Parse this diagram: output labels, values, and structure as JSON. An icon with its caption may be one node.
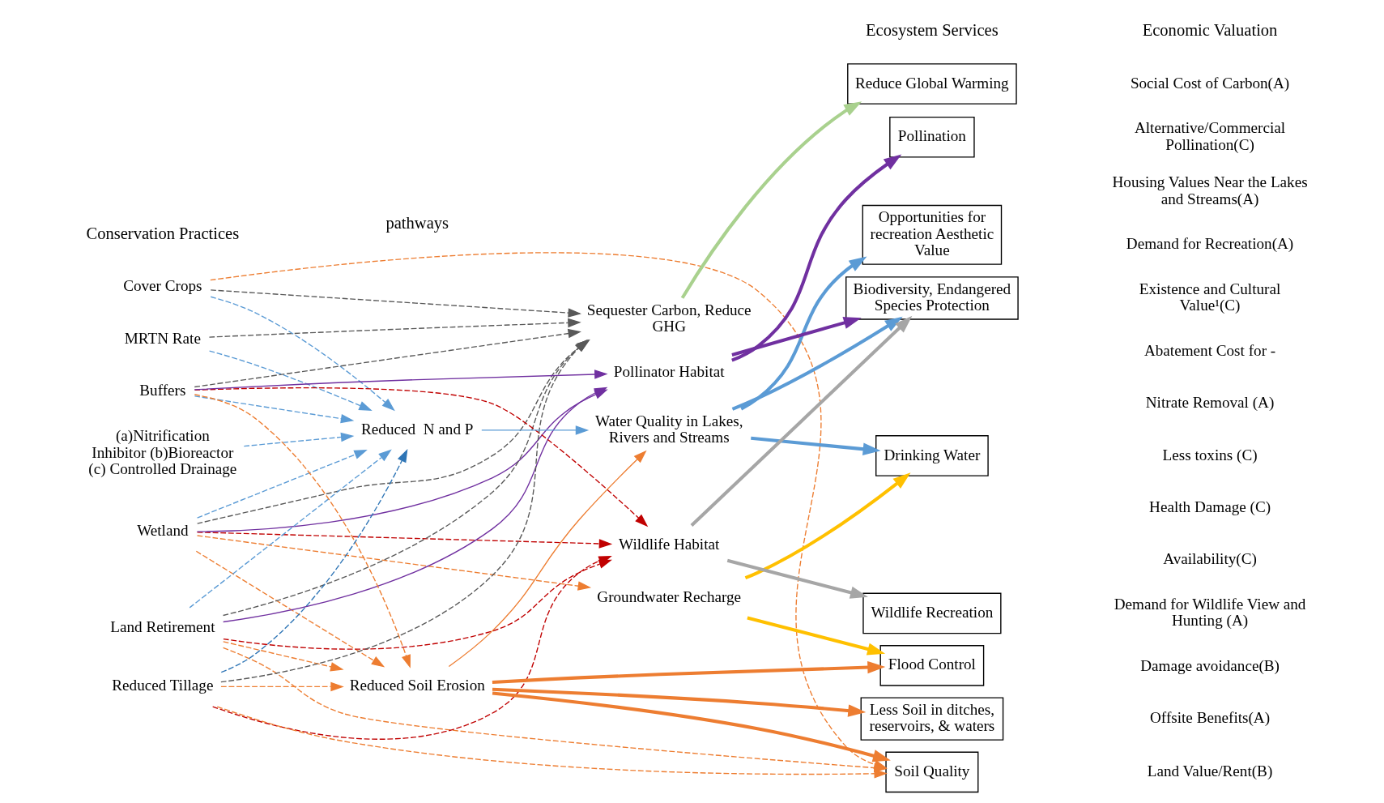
{
  "diagram": {
    "nodes": [
      {
        "text": [
          "MRTN Rate"
        ]
      },
      {
        "text": [
          "(a)Nitrification Inhibitor (b)Bioreactor (c) Controlled Drainage"
        ]
      },
      {
        "text": [
          "Wetland"
        ]
      },
      {
        "text": [
          "Cover Crops"
        ]
      },
      {
        "text": [
          "Land Retirement"
        ]
      },
      {
        "text": [
          "Buffers"
        ]
      },
      {
        "text": [
          "Reduced Tillage"
        ]
      },
      {
        "text": [
          "Reduced  N and P"
        ]
      },
      {
        "text": [
          "Reduced Soil Erosion"
        ]
      },
      {
        "text": [
          "Water Quality in Lakes, Rivers and Streams"
        ]
      },
      {
        "text": [
          "Groundwater Recharge"
        ]
      },
      {
        "text": [
          "Wildlife Habitat"
        ]
      },
      {
        "text": [
          "Pollinator Habitat"
        ]
      },
      {
        "text": [
          "Sequester Carbon, Reduce GHG"
        ]
      },
      {
        "text": [
          "Opportunities for recreation Aesthetic Value"
        ]
      },
      {
        "text": [
          "Drinking Water"
        ]
      },
      {
        "text": [
          "Soil Quality"
        ]
      },
      {
        "text": [
          "Less Soil in ditches, reservoirs, & waters"
        ]
      },
      {
        "text": [
          "Flood Control"
        ]
      },
      {
        "text": [
          "Biodiversity, Endangered Species Protection"
        ]
      },
      {
        "text": [
          "Wildlife Recreation"
        ]
      },
      {
        "text": [
          "Pollination"
        ]
      },
      {
        "text": [
          "Reduce Global Warming"
        ]
      }
    ],
    "edges": [
      {
        "from": 0,
        "to": 7,
        "arrow": "to",
        "style": "dashed",
        "color": "#5b9bd5"
      },
      {
        "from": 1,
        "to": 7,
        "arrow": "to",
        "style": "dashed",
        "color": "#5b9bd5"
      },
      {
        "from": 2,
        "to": 7,
        "arrow": "to",
        "style": "dashed",
        "color": "#5b9bd5"
      },
      {
        "from": 3,
        "to": 7,
        "arrow": "to",
        "style": "dashed",
        "color": "#5b9bd5"
      },
      {
        "from": 4,
        "to": 7,
        "arrow": "to",
        "style": "dashed",
        "color": "#5b9bd5"
      },
      {
        "from": 5,
        "to": 7,
        "arrow": "to",
        "style": "dashed",
        "color": "#5b9bd5"
      },
      {
        "from": 6,
        "to": 7,
        "arrow": "to",
        "style": "dashed",
        "color": "#2e75b6"
      },
      {
        "from": 2,
        "to": 8,
        "arrow": "to",
        "style": "dashed",
        "color": "#ed7d31"
      },
      {
        "from": 4,
        "to": 8,
        "arrow": "to",
        "style": "dashed",
        "color": "#ed7d31"
      },
      {
        "from": 5,
        "to": 8,
        "arrow": "to",
        "style": "dashed",
        "color": "#ed7d31"
      },
      {
        "from": 6,
        "to": 8,
        "arrow": "to",
        "style": "dashed",
        "color": "#ed7d31"
      },
      {
        "from": 2,
        "to": 10,
        "arrow": "to",
        "style": "dashed",
        "color": "#ed7d31"
      },
      {
        "from": 3,
        "to": 16,
        "arrow": "to",
        "style": "dashed",
        "color": "#ed7d31"
      },
      {
        "from": 4,
        "to": 16,
        "arrow": "to",
        "style": "dashed",
        "color": "#ed7d31"
      },
      {
        "from": 6,
        "to": 16,
        "arrow": "to",
        "style": "dashed",
        "color": "#ed7d31"
      },
      {
        "from": 2,
        "to": 11,
        "arrow": "to",
        "style": "dashed",
        "color": "#c00000"
      },
      {
        "from": 4,
        "to": 11,
        "arrow": "to",
        "style": "dashed",
        "color": "#c00000"
      },
      {
        "from": 5,
        "to": 11,
        "arrow": "to",
        "style": "dashed",
        "color": "#c00000"
      },
      {
        "from": 6,
        "to": 11,
        "arrow": "to",
        "style": "dashed",
        "color": "#c00000"
      },
      {
        "from": 2,
        "to": 12,
        "arrow": "to",
        "color": "#7030a0"
      },
      {
        "from": 4,
        "to": 12,
        "arrow": "to",
        "color": "#7030a0"
      },
      {
        "from": 5,
        "to": 12,
        "arrow": "to",
        "color": "#7030a0"
      },
      {
        "from": 0,
        "to": 13,
        "arrow": "to",
        "style": "dashed",
        "color": "#595959"
      },
      {
        "from": 2,
        "to": 13,
        "arrow": "to",
        "style": "dashed",
        "color": "#595959"
      },
      {
        "from": 3,
        "to": 13,
        "arrow": "to",
        "style": "dashed",
        "color": "#595959"
      },
      {
        "from": 4,
        "to": 13,
        "arrow": "to",
        "style": "dashed",
        "color": "#595959"
      },
      {
        "from": 5,
        "to": 13,
        "arrow": "to",
        "style": "dashed",
        "color": "#595959"
      },
      {
        "from": 6,
        "to": 13,
        "arrow": "to",
        "style": "dashed",
        "color": "#595959"
      },
      {
        "from": 7,
        "to": 9,
        "arrow": "to",
        "color": "#5b9bd5"
      },
      {
        "from": 8,
        "to": 9,
        "arrow": "to",
        "color": "#ed7d31"
      },
      {
        "from": 8,
        "to": 16,
        "arrow": "to",
        "style": "thick",
        "color": "#ed7d31"
      },
      {
        "from": 8,
        "to": 17,
        "arrow": "to",
        "style": "thick",
        "color": "#ed7d31"
      },
      {
        "from": 8,
        "to": 18,
        "arrow": "to",
        "style": "thick",
        "color": "#ed7d31"
      },
      {
        "from": 9,
        "to": 14,
        "arrow": "to",
        "style": "thick",
        "color": "#5b9bd5"
      },
      {
        "from": 9,
        "to": 15,
        "arrow": "to",
        "style": "thick",
        "color": "#5b9bd5"
      },
      {
        "from": 9,
        "to": 19,
        "arrow": "to",
        "style": "thick",
        "color": "#5b9bd5"
      },
      {
        "from": 10,
        "to": 15,
        "arrow": "to",
        "style": "thick",
        "color": "#ffc000"
      },
      {
        "from": 10,
        "to": 18,
        "arrow": "to",
        "style": "thick",
        "color": "#ffc000"
      },
      {
        "from": 11,
        "to": 19,
        "arrow": "to",
        "style": "thick",
        "color": "#a6a6a6"
      },
      {
        "from": 11,
        "to": 20,
        "arrow": "to",
        "style": "thick",
        "color": "#a6a6a6"
      },
      {
        "from": 12,
        "to": 19,
        "arrow": "to",
        "style": "thick",
        "color": "#7030a0"
      },
      {
        "from": 12,
        "to": 21,
        "arrow": "to",
        "style": "thick",
        "color": "#7030a0"
      },
      {
        "from": 13,
        "to": 22,
        "arrow": "to",
        "style": "thick",
        "color": "#a9d18e"
      }
    ],
    "labels": [
      "Conservation Practices",
      "pathways",
      "Ecosystem Services",
      "Economic Valuation",
      "Demand for Recreation(A)",
      "Housing Values Near the Lakes and Streams(A)",
      "Abatement Cost for -",
      "Nitrate Removal (A)",
      "Less toxins (C)",
      "Health Damage (C)",
      "Availability(C)",
      "Land Value/Rent(B)",
      "Offsite Benefits(A)",
      "Damage avoidance(B)",
      "Existence and Cultural Value¹(C)",
      "Demand for Wildlife View and Hunting (A)",
      "Alternative/Commercial Pollination(C)",
      "Social Cost of Carbon(A)"
    ]
  }
}
